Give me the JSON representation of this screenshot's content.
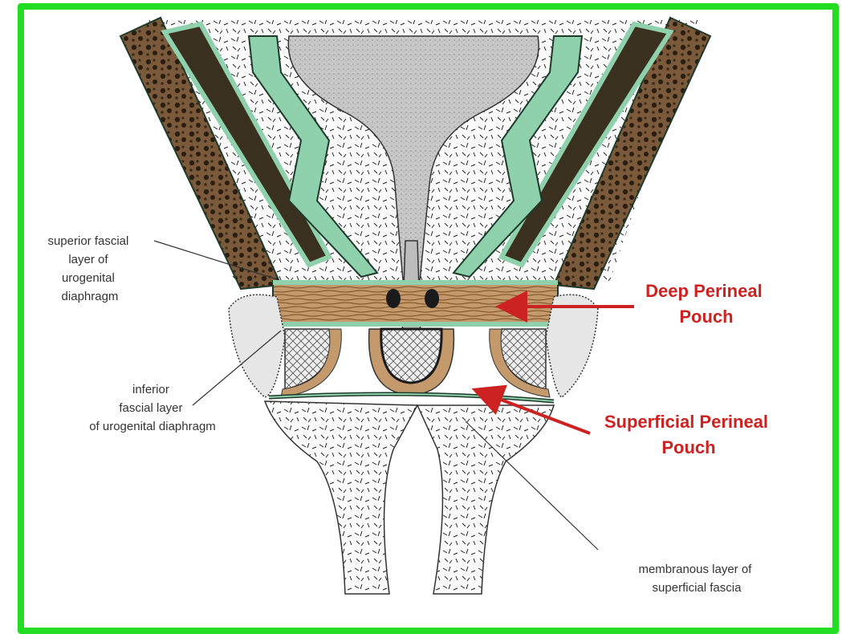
{
  "labels": {
    "superior_fascial_layer": [
      "superior fascial",
      "layer of",
      "urogenital",
      "diaphragm"
    ],
    "inferior_fascial_layer": [
      "inferior",
      "fascial layer",
      "of urogenital diaphragm"
    ],
    "membranous_layer": [
      "membranous layer of",
      "superficial fascia"
    ],
    "deep_pouch": [
      "Deep Perineal",
      "Pouch"
    ],
    "superficial_pouch": [
      "Superficial Perineal",
      "Pouch"
    ]
  },
  "colors": {
    "frame": "#22dd22",
    "fascia_green": "#8fd0ad",
    "muscle_brown": "#c49a6c",
    "bone_dark": "#5a4530",
    "callout_red": "#cc2222"
  }
}
